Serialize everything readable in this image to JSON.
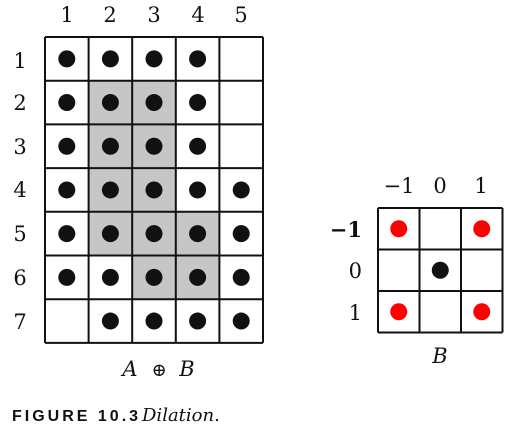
{
  "figure": {
    "caption_label": "FIGURE 10.3",
    "caption_text": "Dilation."
  },
  "grid_a": {
    "col_labels": [
      "1",
      "2",
      "3",
      "4",
      "5"
    ],
    "row_labels": [
      "1",
      "2",
      "3",
      "4",
      "5",
      "6",
      "7"
    ],
    "dots": [
      [
        1,
        1,
        1,
        1,
        0
      ],
      [
        1,
        1,
        1,
        1,
        0
      ],
      [
        1,
        1,
        1,
        1,
        0
      ],
      [
        1,
        1,
        1,
        1,
        1
      ],
      [
        1,
        1,
        1,
        1,
        1
      ],
      [
        1,
        1,
        1,
        1,
        1
      ],
      [
        0,
        1,
        1,
        1,
        1
      ]
    ],
    "shaded": [
      [
        0,
        0,
        0,
        0,
        0
      ],
      [
        0,
        1,
        1,
        0,
        0
      ],
      [
        0,
        1,
        1,
        0,
        0
      ],
      [
        0,
        1,
        1,
        0,
        0
      ],
      [
        0,
        1,
        1,
        1,
        0
      ],
      [
        0,
        0,
        1,
        1,
        0
      ],
      [
        0,
        0,
        0,
        0,
        0
      ]
    ],
    "label_left": "A",
    "label_op": "⊕",
    "label_right": "B",
    "dot_color": "#111111",
    "shade_color": "#c6c6c6"
  },
  "grid_b": {
    "col_labels": [
      "−1",
      "0",
      "1"
    ],
    "row_labels": [
      "−1",
      "0",
      "1"
    ],
    "dots": [
      [
        "red",
        "",
        "red"
      ],
      [
        "",
        "black",
        ""
      ],
      [
        "red",
        "",
        "red"
      ]
    ],
    "label": "B",
    "red_color": "#ff0000",
    "black_color": "#111111"
  }
}
